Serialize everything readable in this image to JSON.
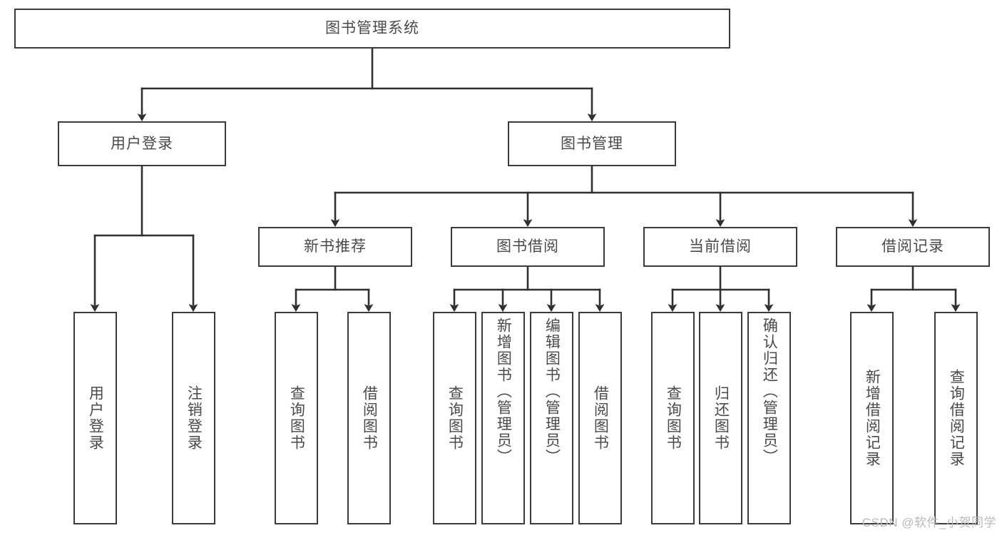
{
  "diagram": {
    "title": "图书管理系统",
    "type": "tree-hierarchy",
    "colors": {
      "box_border": "#3b3b3b",
      "box_fill": "#ffffff",
      "text": "#4a4a4a",
      "connector": "#2f2f2f",
      "watermark": "#b9b9b9",
      "background": "#ffffff"
    }
  },
  "root": {
    "label": "图书管理系统"
  },
  "level2": [
    {
      "label": "用户登录"
    },
    {
      "label": "图书管理"
    }
  ],
  "level3": [
    {
      "label": "新书推荐"
    },
    {
      "label": "图书借阅"
    },
    {
      "label": "当前借阅"
    },
    {
      "label": "借阅记录"
    }
  ],
  "leaves": {
    "user_login": [
      {
        "label": "用户登录"
      },
      {
        "label": "注销登录"
      }
    ],
    "new_book_recommend": [
      {
        "label": "查询图书"
      },
      {
        "label": "借阅图书"
      }
    ],
    "book_borrow": [
      {
        "label": "查询图书"
      },
      {
        "label": "新增图书（管理员）"
      },
      {
        "label": "编辑图书（管理员）"
      },
      {
        "label": "借阅图书"
      }
    ],
    "current_borrow": [
      {
        "label": "查询图书"
      },
      {
        "label": "归还图书"
      },
      {
        "label": "确认归还（管理员）"
      }
    ],
    "borrow_record": [
      {
        "label": "新增借阅记录"
      },
      {
        "label": "查询借阅记录"
      }
    ]
  },
  "watermark": {
    "text": "CSDN @软件_小贺同学"
  }
}
